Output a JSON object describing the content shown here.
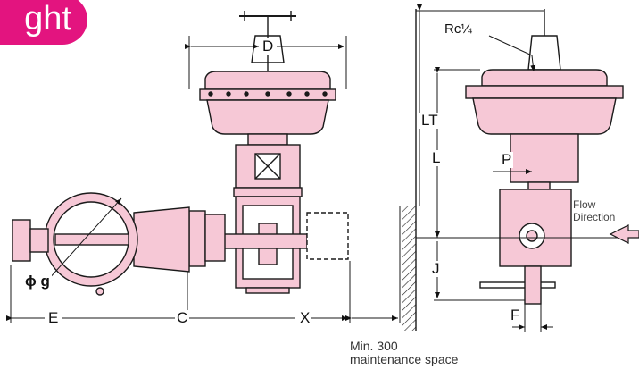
{
  "badge": {
    "text": "ght"
  },
  "colors": {
    "accent": "#e3147f",
    "body_fill": "#f6c8d6",
    "line": "#1a1a1a",
    "arrow_fill": "#f6c8d6"
  },
  "labels": {
    "D": "D",
    "LT": "LT",
    "L": "L",
    "P": "P",
    "J": "J",
    "F": "F",
    "E": "E",
    "C": "C",
    "X": "X",
    "phi_g": "ϕ g",
    "rc": "Rc¼"
  },
  "flow": {
    "line1": "Flow",
    "line2": "Direction",
    "icon": "flow-arrow-icon"
  },
  "maintenance": {
    "line1": "Min. 300",
    "line2": "maintenance space"
  }
}
